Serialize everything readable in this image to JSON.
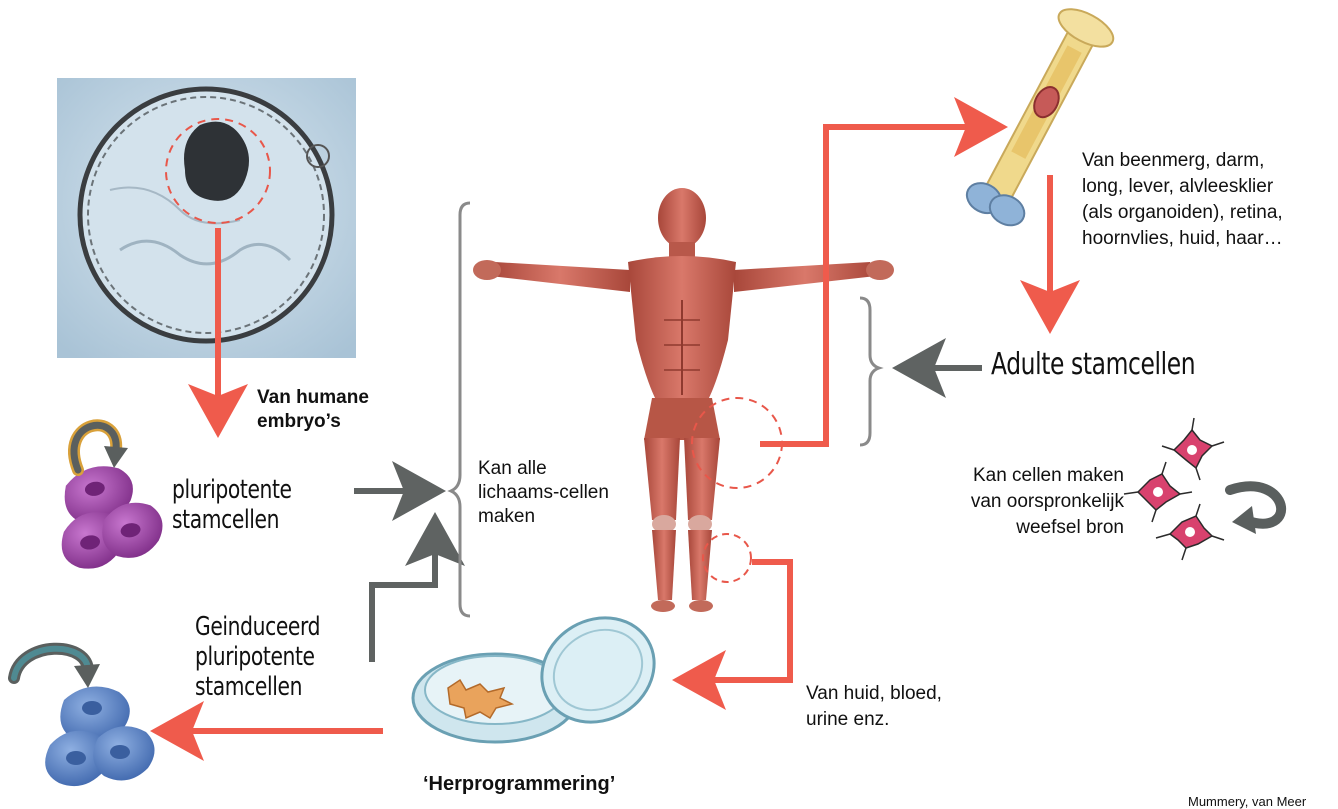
{
  "labels": {
    "embryo_source": [
      "Van humane",
      "embryo’s"
    ],
    "pluripotent": [
      "pluripotente",
      "stamcellen"
    ],
    "all_cells": [
      "Kan alle",
      "lichaams-cellen",
      "maken"
    ],
    "adult_sources": [
      "Van beenmerg, darm,",
      "long, lever, alvleesklier",
      "(als organoiden), retina,",
      "hoornvlies, huid, haar…"
    ],
    "adult_stemcells": "Adulte stamcellen",
    "adult_capability": [
      "Kan cellen maken",
      "van oorspronkelijk",
      "weefsel bron"
    ],
    "ips": [
      "Geinduceerd",
      "pluripotente",
      "stamcellen"
    ],
    "ips_sources": [
      "Van huid, bloed,",
      "urine enz."
    ],
    "reprogramming": "‘Herprogrammering’",
    "credit": "Mummery, van Meer"
  },
  "colors": {
    "arrow_red": "#ef5b4c",
    "arrow_gray": "#5f6362",
    "brace_gray": "#8a8a8a",
    "dashed_circle": "#e8574a",
    "muscle": "#c8614e",
    "purple_cells": "#9b3fa3",
    "blue_cells": "#5b84c8",
    "pink_cells": "#d8426e",
    "bone": "#f0d98c"
  },
  "icons": [
    "embryo-photo",
    "bone-icon",
    "human-muscle-figure",
    "petri-dish-icon",
    "purple-cell-cluster",
    "blue-cell-cluster",
    "pink-cell-cluster",
    "self-renewal-arrow"
  ]
}
